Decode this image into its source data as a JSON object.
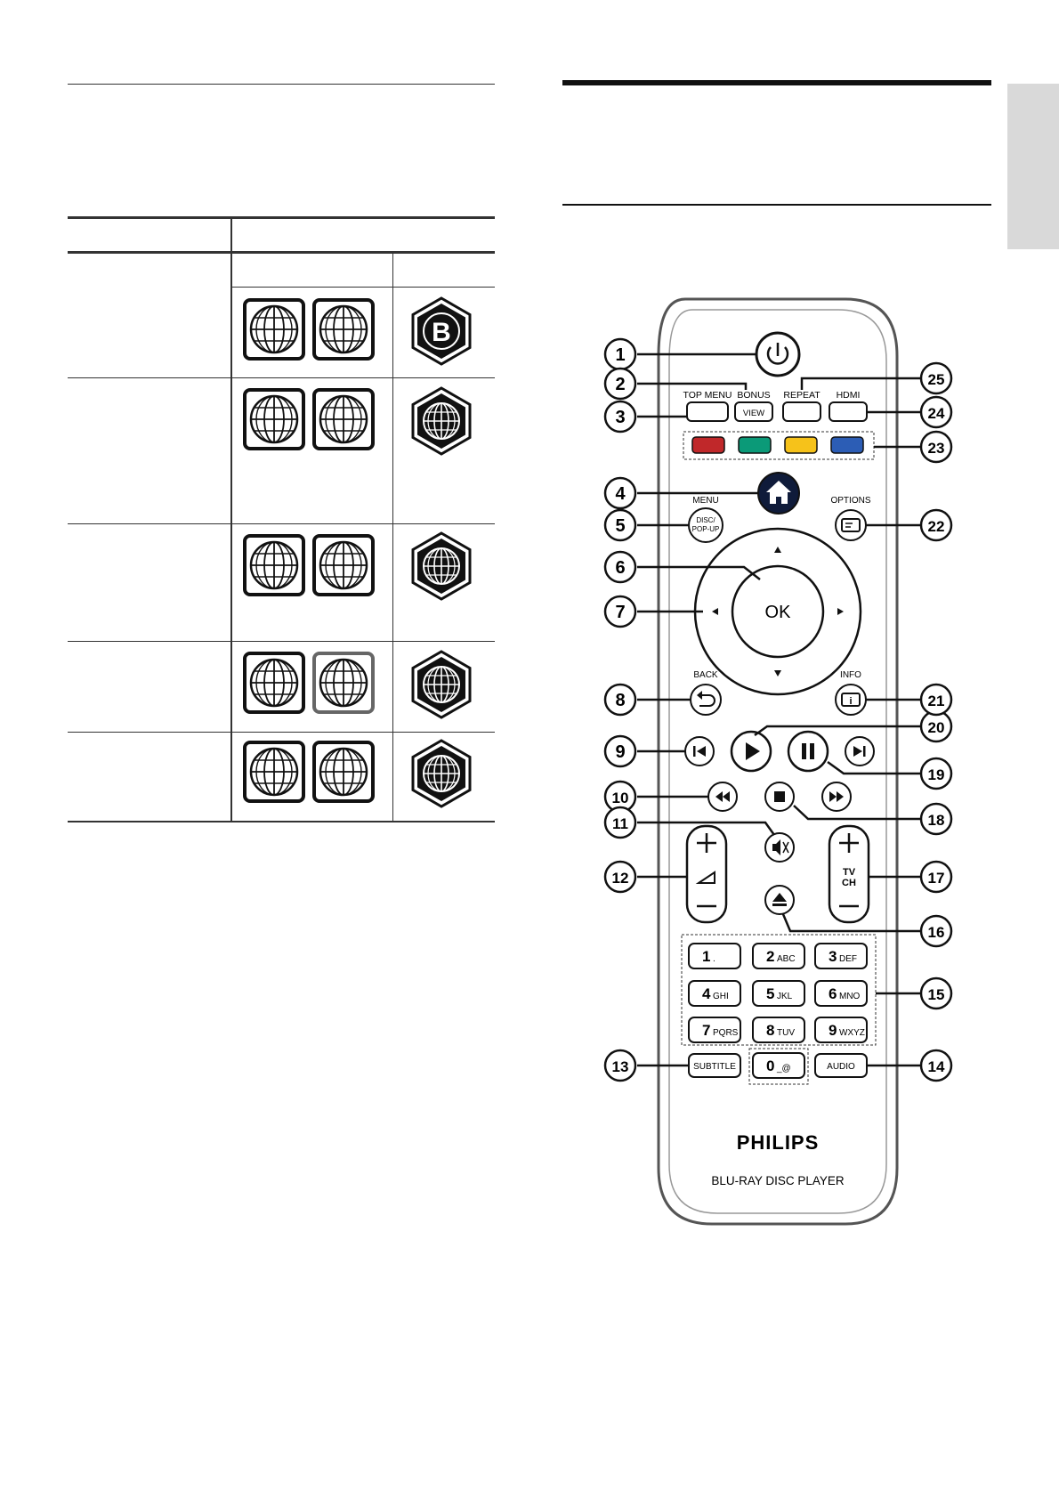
{
  "region_table": {
    "region_codes_dvd": [
      "",
      "",
      "",
      "",
      "",
      "",
      "",
      "",
      "",
      ""
    ],
    "region_codes_bd": [
      "B",
      "",
      "",
      "",
      ""
    ]
  },
  "remote": {
    "brand": "PHILIPS",
    "model_label": "BLU-RAY DISC PLAYER",
    "labels": {
      "top_menu": "TOP MENU",
      "bonus": "BONUS",
      "view": "VIEW",
      "repeat": "REPEAT",
      "hdmi": "HDMI",
      "menu": "MENU",
      "disc_popup_line1": "DISC/",
      "disc_popup_line2": "POP-UP",
      "options": "OPTIONS",
      "ok": "OK",
      "back": "BACK",
      "info": "INFO",
      "tv": "TV",
      "ch": "CH",
      "subtitle": "SUBTITLE",
      "audio": "AUDIO"
    },
    "colors": {
      "red": "#c0282a",
      "green": "#0b9a78",
      "yellow": "#f6c21a",
      "blue": "#2c5db5"
    },
    "numpad": [
      {
        "digit": "1",
        "letters": "."
      },
      {
        "digit": "2",
        "letters": "ABC"
      },
      {
        "digit": "3",
        "letters": "DEF"
      },
      {
        "digit": "4",
        "letters": "GHI"
      },
      {
        "digit": "5",
        "letters": "JKL"
      },
      {
        "digit": "6",
        "letters": "MNO"
      },
      {
        "digit": "7",
        "letters": "PQRS"
      },
      {
        "digit": "8",
        "letters": "TUV"
      },
      {
        "digit": "9",
        "letters": "WXYZ"
      },
      {
        "digit": "0",
        "letters": "_@"
      }
    ],
    "callouts": [
      "1",
      "2",
      "3",
      "4",
      "5",
      "6",
      "7",
      "8",
      "9",
      "10",
      "11",
      "12",
      "13",
      "14",
      "15",
      "16",
      "17",
      "18",
      "19",
      "20",
      "21",
      "22",
      "23",
      "24",
      "25"
    ]
  }
}
